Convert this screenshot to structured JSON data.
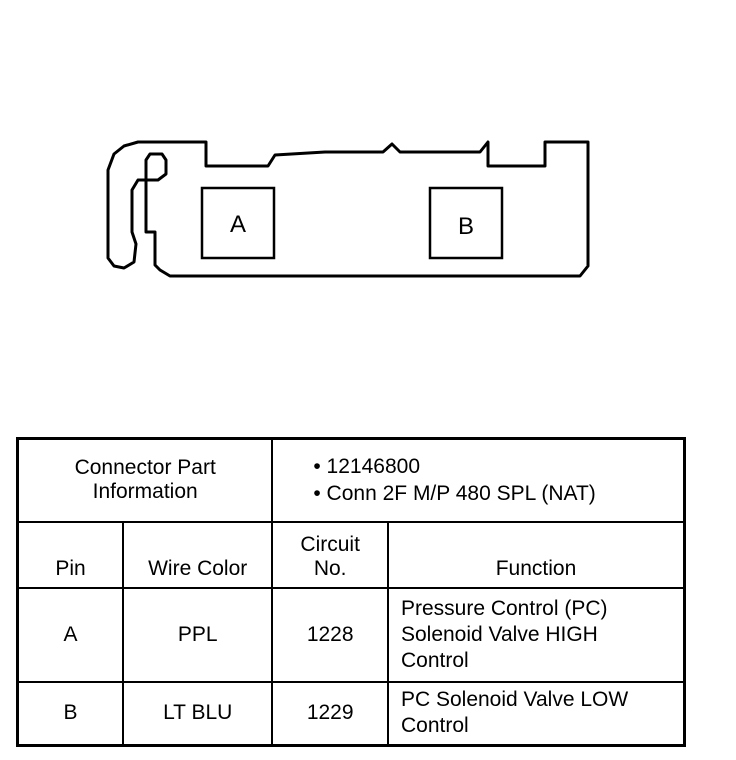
{
  "connector": {
    "pins": [
      "A",
      "B"
    ]
  },
  "part_info": {
    "label_line1": "Connector Part",
    "label_line2": "Information",
    "bullet1": "• 12146800",
    "bullet2": "• Conn 2F M/P 480 SPL (NAT)"
  },
  "columns": {
    "pin": "Pin",
    "wire_color": "Wire Color",
    "circuit_line1": "Circuit",
    "circuit_line2": "No.",
    "function": "Function"
  },
  "rows": [
    {
      "pin": "A",
      "wire_color": "PPL",
      "circuit": "1228",
      "function_lines": [
        "Pressure Control (PC)",
        "Solenoid Valve HIGH",
        "Control"
      ]
    },
    {
      "pin": "B",
      "wire_color": "LT BLU",
      "circuit": "1229",
      "function_lines": [
        "PC Solenoid Valve LOW",
        "Control"
      ]
    }
  ]
}
